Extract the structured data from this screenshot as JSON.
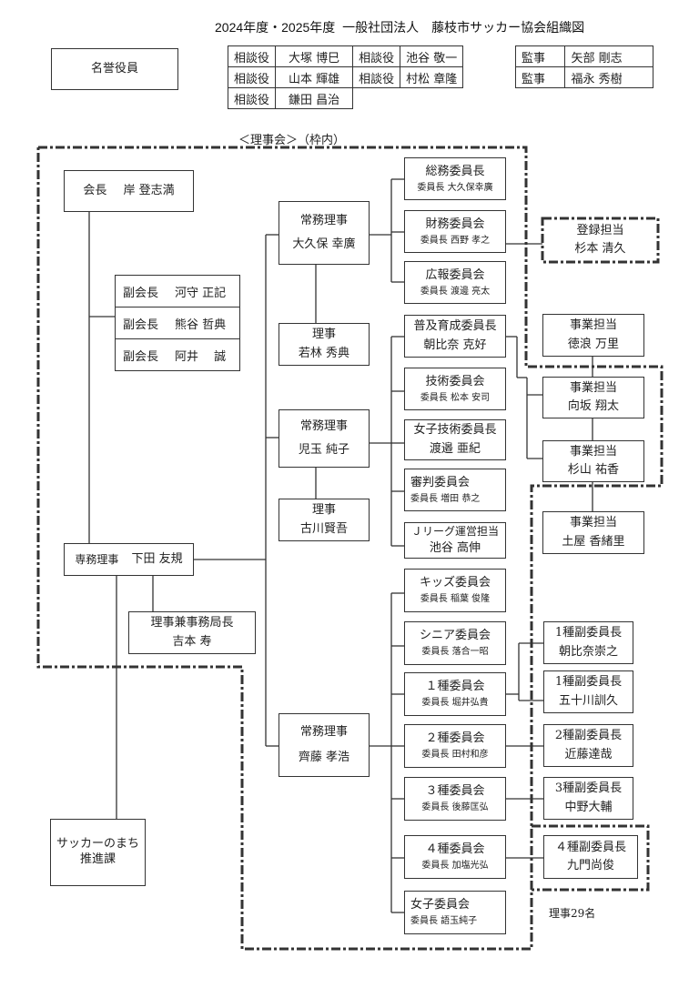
{
  "title": "2024年度・2025年度  一般社団法人　藤枝市サッカー協会組織図",
  "honorary": {
    "label": "名誉役員"
  },
  "advisors": {
    "role": "相談役",
    "rows": [
      [
        "相談役",
        "大塚 博巳",
        "相談役",
        "池谷 敬一"
      ],
      [
        "相談役",
        "山本 輝雄",
        "相談役",
        "村松 章隆"
      ],
      [
        "相談役",
        "鎌田 昌治"
      ]
    ]
  },
  "auditors": {
    "rows": [
      [
        "監事",
        "矢部 剛志"
      ],
      [
        "監事",
        "福永 秀樹"
      ]
    ]
  },
  "board_label": "＜理事会＞（枠内）",
  "president": {
    "role": "会長",
    "name": "岸 登志満"
  },
  "vice_presidents": [
    {
      "role": "副会長",
      "name": "河守 正記"
    },
    {
      "role": "副会長",
      "name": "熊谷 哲典"
    },
    {
      "role": "副会長",
      "name": "阿井　 誠"
    }
  ],
  "executive_directors": [
    {
      "role": "常務理事",
      "name": "大久保 幸廣"
    },
    {
      "role": "常務理事",
      "name": "児玉 純子"
    },
    {
      "role": "常務理事",
      "name": "齊藤 孝浩"
    }
  ],
  "directors": [
    {
      "role": "理事",
      "name": "若林 秀典"
    },
    {
      "role": "理事",
      "name": "古川賢吾"
    }
  ],
  "managing_director": {
    "role": "専務理事",
    "name": "下田 友規"
  },
  "secretary_general": {
    "role": "理事兼事務局長",
    "name": "吉本 寿"
  },
  "city_dept": {
    "line1": "サッカーのまち",
    "line2": "推進課"
  },
  "committees": [
    {
      "name": "総務委員長",
      "chair": "委員長 大久保幸廣"
    },
    {
      "name": "財務委員会",
      "chair": "委員長 西野 孝之"
    },
    {
      "name": "広報委員会",
      "chair": "委員長 渡邊 亮太"
    },
    {
      "name": "普及育成委員長",
      "chair": "朝比奈 克好"
    },
    {
      "name": "技術委員会",
      "chair": "委員長 松本 安司"
    },
    {
      "name": "女子技術委員長",
      "chair": "渡邉 亜紀"
    },
    {
      "name": "審判委員会",
      "chair": "委員長 増田 恭之"
    },
    {
      "name": "Ｊリーグ運営担当",
      "chair": "池谷 高伸"
    },
    {
      "name": "キッズ委員会",
      "chair": "委員長 稲葉 俊隆"
    },
    {
      "name": "シニア委員会",
      "chair": "委員長 落合一昭"
    },
    {
      "name": "１種委員会",
      "chair": "委員長 堀井弘貴"
    },
    {
      "name": "２種委員会",
      "chair": "委員長 田村和彦"
    },
    {
      "name": "３種委員会",
      "chair": "委員長 後藤匡弘"
    },
    {
      "name": "４種委員会",
      "chair": "委員長 加塩光弘"
    },
    {
      "name": "女子委員会",
      "chair": "委員長 語玉純子"
    }
  ],
  "staff": [
    {
      "role": "登録担当",
      "name": "杉本 清久"
    },
    {
      "role": "事業担当",
      "name": "徳浪 万里"
    },
    {
      "role": "事業担当",
      "name": "向坂 翔太"
    },
    {
      "role": "事業担当",
      "name": "杉山 祐香"
    },
    {
      "role": "事業担当",
      "name": "土屋 香緒里"
    }
  ],
  "vice_chairs": [
    {
      "role": "1種副委員長",
      "name": "朝比奈崇之"
    },
    {
      "role": "1種副委員長",
      "name": "五十川訓久"
    },
    {
      "role": "2種副委員長",
      "name": "近藤達哉"
    },
    {
      "role": "3種副委員長",
      "name": "中野大輔"
    },
    {
      "role": "４種副委員長",
      "name": "九門尚俊"
    }
  ],
  "board_count": "理事29名"
}
